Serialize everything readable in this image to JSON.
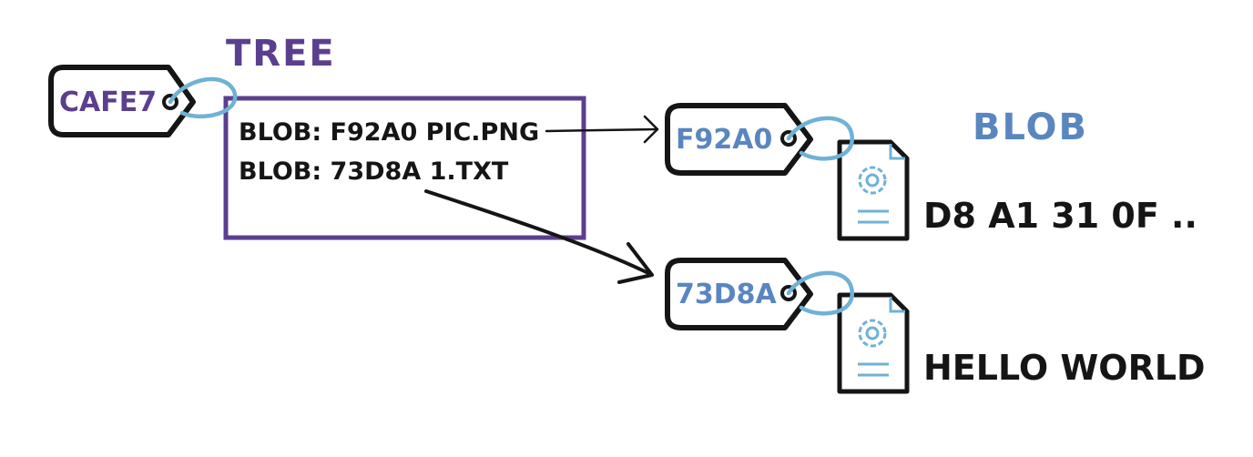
{
  "tree": {
    "heading": "TREE",
    "tag_id": "CAFE7",
    "entries": [
      "BLOB: F92A0 PIC.PNG",
      "BLOB: 73D8A 1.TXT"
    ]
  },
  "blob": {
    "heading": "BLOB",
    "items": [
      {
        "tag_id": "F92A0",
        "content": "D8 A1 31 0F .."
      },
      {
        "tag_id": "73D8A",
        "content": "HELLO WORLD"
      }
    ]
  },
  "colors": {
    "tree_purple": "#5b3f8f",
    "blob_blue": "#5a86c0",
    "loop_light_blue": "#6fb2d6",
    "ink": "#151515"
  },
  "icons": [
    "tag-icon",
    "document-icon",
    "gear-icon",
    "arrow"
  ]
}
